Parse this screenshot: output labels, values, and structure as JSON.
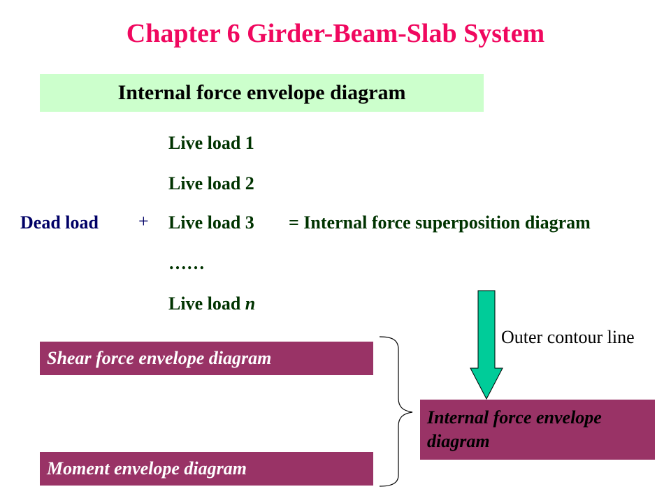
{
  "slide": {
    "title": "Chapter 6 Girder-Beam-Slab System",
    "subtitle": "Internal force envelope diagram",
    "equation": {
      "dead_load": "Dead load",
      "operator": "+",
      "live_loads": [
        "Live load 1",
        "Live load 2",
        "Live load 3",
        "……"
      ],
      "last_live_load_prefix": "Live load ",
      "last_live_load_var": "n",
      "result": "= Internal force superposition diagram"
    },
    "arrow_label": "Outer contour line",
    "boxes": {
      "shear": "Shear force envelope diagram",
      "moment": "Moment envelope diagram",
      "envelope_line1": "Internal force envelope",
      "envelope_line2": "diagram"
    },
    "colors": {
      "title": "#f0085f",
      "subtitle_bg": "#ccffcc",
      "box_bg": "#993366",
      "arrow_fill": "#00cc99",
      "live_load_text": "#003300",
      "dead_load_text": "#000066"
    }
  }
}
